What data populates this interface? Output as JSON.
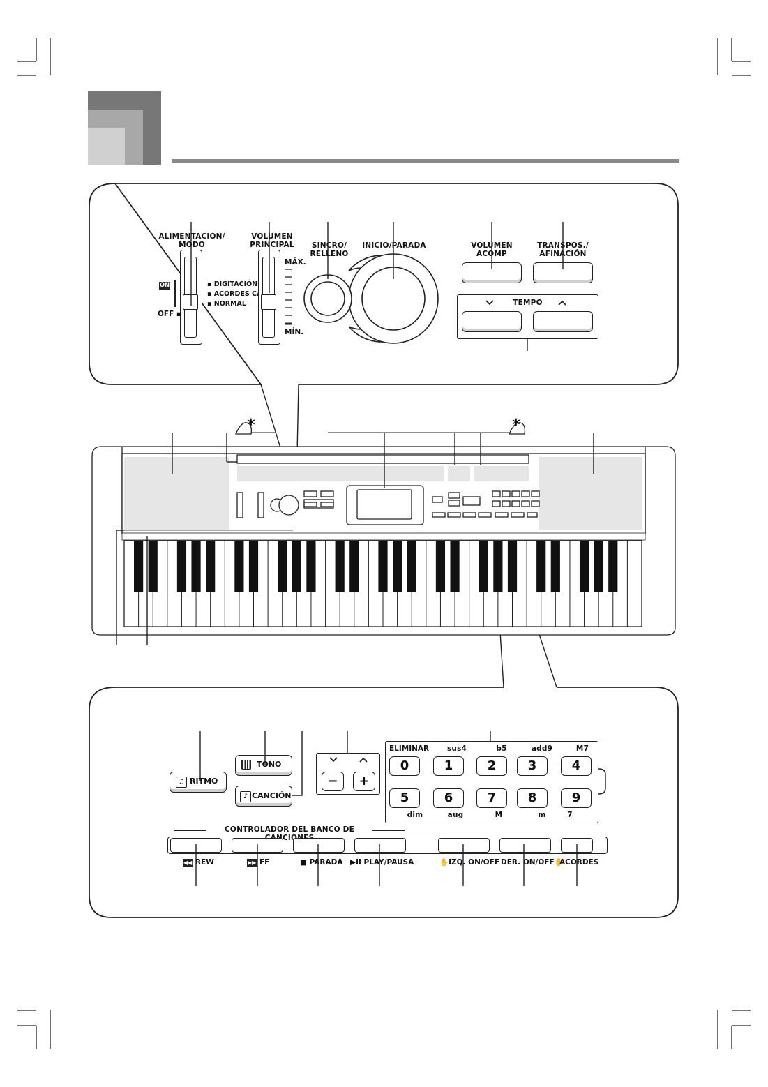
{
  "colors": {
    "header_dark": "#777777",
    "header_mid": "#a8a8a8",
    "header_light": "#d0d0d0",
    "rule": "#8a8a8a",
    "line": "#222222",
    "panel_fill": "#e6e6e6"
  },
  "top_panel": {
    "power": {
      "title": "ALIMENTACIÓN/\nMODO",
      "on": "ON",
      "off": "OFF",
      "modes": [
        "DIGITACIÓN",
        "ACORDES CASIO",
        "NORMAL"
      ]
    },
    "volume": {
      "title": "VOLUMEN\nPRINCIPAL",
      "max": "MÁX.",
      "min": "MÍN."
    },
    "sync": {
      "title": "SINCRO/\nRELLENO"
    },
    "start": {
      "title": "INICIO/PARADA"
    },
    "acc_vol": {
      "title": "VOLUMEN\nACOMP"
    },
    "transpose": {
      "title": "TRANSPOS./\nAFINACIÓN"
    },
    "tempo": {
      "title": "TEMPO",
      "down_icon": "chevron-down",
      "up_icon": "chevron-up"
    }
  },
  "keyboard": {
    "asterisk": "*"
  },
  "bottom_panel": {
    "ritmo": "RITMO",
    "tono": "TONO",
    "cancion": "CANCIÓN",
    "minus": "−",
    "plus": "+",
    "number_top_labels": [
      "ELIMINAR",
      "sus4",
      "b5",
      "add9",
      "M7"
    ],
    "numbers_row1": [
      "0",
      "1",
      "2",
      "3",
      "4"
    ],
    "numbers_row2": [
      "5",
      "6",
      "7",
      "8",
      "9"
    ],
    "number_bottom_labels": [
      "dim",
      "aug",
      "M",
      "m",
      "7"
    ],
    "song_bank": "CONTROLADOR DEL BANCO DE CANCIONES",
    "transport": [
      "REW",
      "FF",
      "PARADA",
      "PLAY/PAUSA",
      "IZQ. ON/OFF",
      "DER. ON/OFF",
      "ACORDES"
    ]
  }
}
